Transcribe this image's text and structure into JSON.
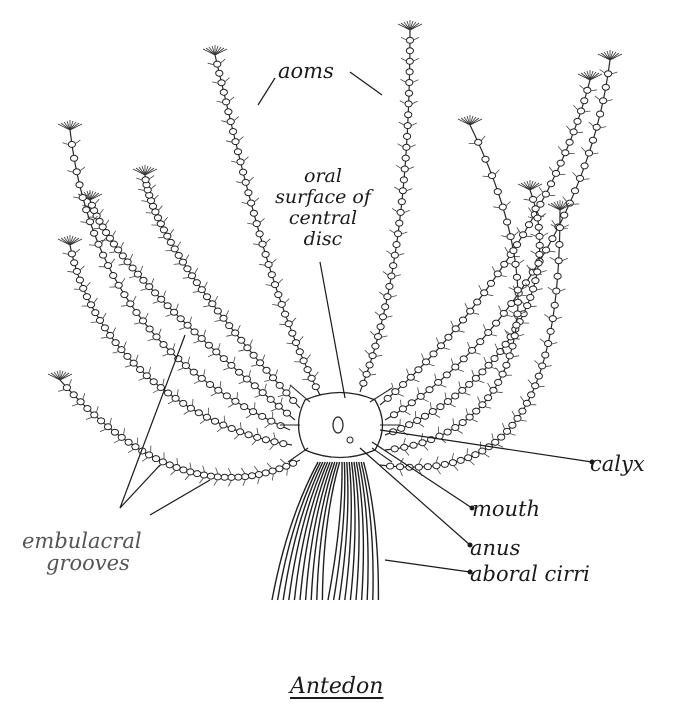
{
  "figure": {
    "title": "Antedon",
    "labels": {
      "arms": "aoms",
      "oral_line1": "oral",
      "oral_line2": "surface of",
      "oral_line3": "central",
      "oral_line4": "disc",
      "calyx": "calyx",
      "mouth": "mouth",
      "anus": "anus",
      "aboral_cirri": "aboral cirri",
      "groove_line1": "embulacral",
      "groove_line2": "grooves"
    }
  }
}
